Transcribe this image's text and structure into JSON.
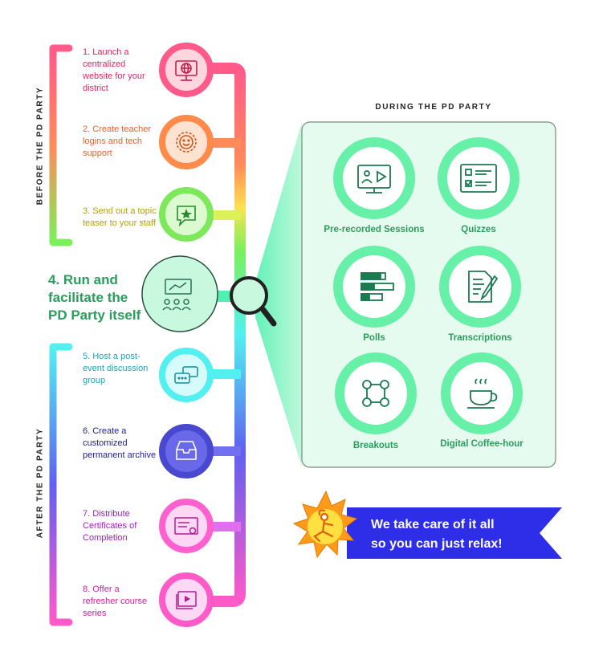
{
  "sections": {
    "before_label": "BEFORE THE PD PARTY",
    "after_label": "AFTER THE PD PARTY",
    "during_title": "DURING THE PD PARTY"
  },
  "steps": [
    {
      "text": "1. Launch a centralized website for your district",
      "color": "#e0245e",
      "icon": "globe-monitor-icon"
    },
    {
      "text": "2. Create teacher logins and tech support",
      "color": "#e8622a",
      "icon": "smiley-gear-icon"
    },
    {
      "text": "3. Send out a topic teaser to your staff",
      "color": "#b5a300",
      "icon": "star-chat-icon"
    },
    {
      "text": "4. Run and facilitate the PD Party itself",
      "color": "#2a9d5c",
      "icon": "presentation-audience-icon"
    },
    {
      "text": "5. Host a post-event discussion group",
      "color": "#1aa6b7",
      "icon": "discussion-bubbles-icon"
    },
    {
      "text": "6. Create a customized permanent archive",
      "color": "#1e1e8a",
      "icon": "archive-tray-icon"
    },
    {
      "text": "7. Distribute Certificates of Completion",
      "color": "#a020c0",
      "icon": "certificate-icon"
    },
    {
      "text": "8. Offer a refresher course series",
      "color": "#d01fa0",
      "icon": "video-course-icon"
    }
  ],
  "features": [
    {
      "label": "Pre-recorded Sessions",
      "icon": "video-screen-icon"
    },
    {
      "label": "Quizzes",
      "icon": "quiz-form-icon"
    },
    {
      "label": "Polls",
      "icon": "poll-bars-icon"
    },
    {
      "label": "Transcriptions",
      "icon": "document-pen-icon"
    },
    {
      "label": "Breakouts",
      "icon": "breakout-network-icon"
    },
    {
      "label": "Digital Coffee-hour",
      "icon": "coffee-cup-icon"
    }
  ],
  "banner": {
    "line1": "We take care of it all",
    "line2": "so you can just relax!",
    "color": "#2e2ee8",
    "icon": "relaxing-person-icon"
  },
  "colors": {
    "accent_green": "#2a9d5c",
    "panel_bg": "#e6fbf0",
    "feature_ring": "#66f0a8"
  }
}
